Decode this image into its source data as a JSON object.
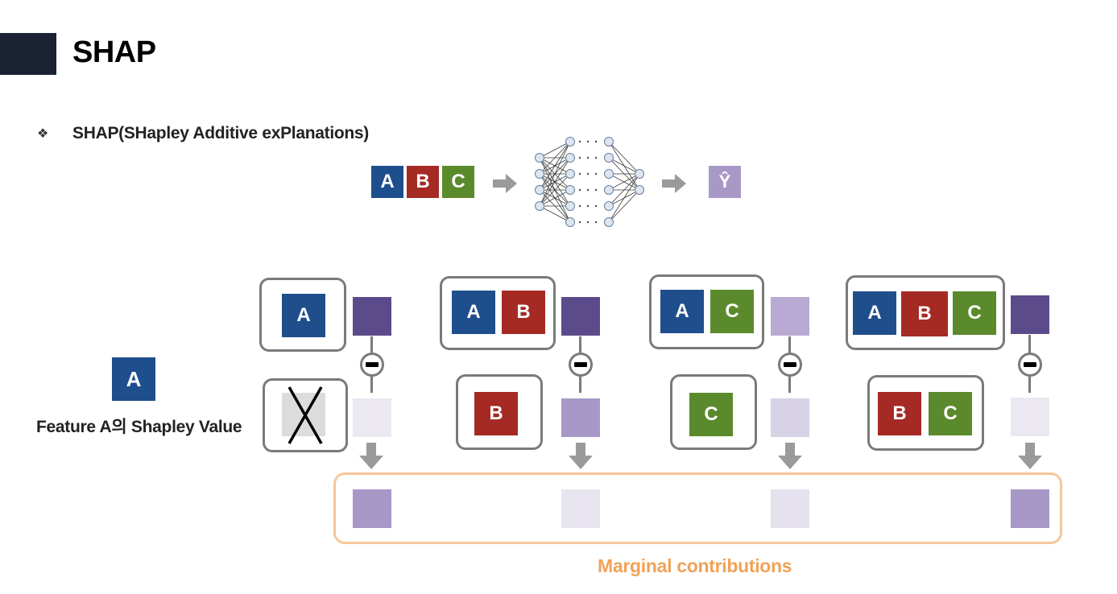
{
  "title": "SHAP",
  "bullet_symbol": "❖",
  "subtitle": "SHAP(SHapley Additive exPlanations)",
  "pipeline": {
    "inputs": [
      "A",
      "B",
      "C"
    ],
    "output_label": "Ŷ"
  },
  "feature": {
    "letter": "A",
    "label": "Feature A의 Shapley Value"
  },
  "coalitions": [
    {
      "with": [
        "A"
      ],
      "without": []
    },
    {
      "with": [
        "A",
        "B"
      ],
      "without": [
        "B"
      ]
    },
    {
      "with": [
        "A",
        "C"
      ],
      "without": [
        "C"
      ]
    },
    {
      "with": [
        "A",
        "B",
        "C"
      ],
      "without": [
        "B",
        "C"
      ]
    }
  ],
  "marginal_label": "Marginal contributions",
  "colors": {
    "A": "#1f4e8c",
    "B": "#a52a24",
    "C": "#5b8a2c",
    "output_dark": "#5c4b8a",
    "output_mid": "#a898c8",
    "output_light": "#d7d1e6",
    "output_faint": "#ebe8f2",
    "marginal_border": "#f6c79a",
    "marginal_text": "#f0a257"
  }
}
